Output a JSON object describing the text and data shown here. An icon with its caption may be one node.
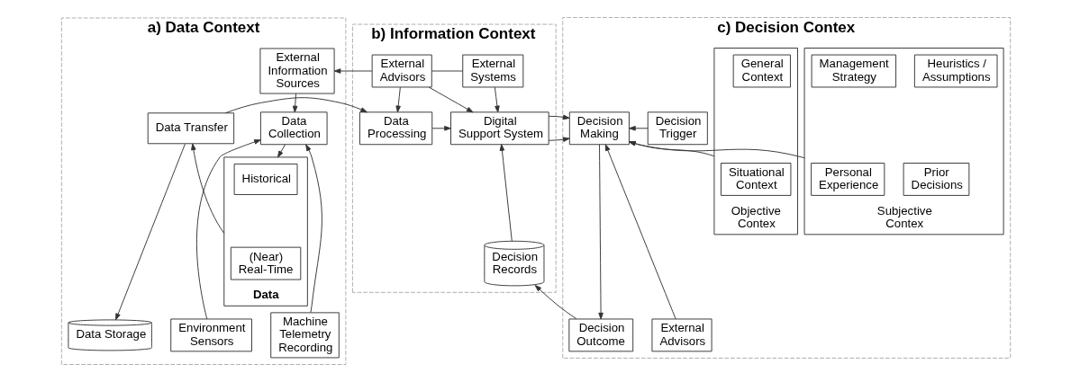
{
  "diagram": {
    "nodes": [
      {
        "text": [
          "a) Data Context"
        ]
      },
      {
        "text": [
          "External Information Sources"
        ],
        "in": 0
      },
      {
        "text": [
          "Data Collection"
        ],
        "in": 0
      },
      {
        "text": [
          "Data"
        ],
        "in": 0
      },
      {
        "text": [
          "Historical"
        ],
        "in": 3
      },
      {
        "text": [
          "(Near) Real-Time"
        ],
        "in": 3
      },
      {
        "text": [
          "Data Transfer"
        ],
        "in": 0
      },
      {
        "text": [
          "Data Storage"
        ],
        "in": 0
      },
      {
        "text": [
          "Environment Sensors"
        ],
        "in": 0
      },
      {
        "text": [
          "Machine Telemetry Recording"
        ],
        "in": 0
      },
      {
        "text": [
          "b) Information Context"
        ]
      },
      {
        "text": [
          "External Advisors"
        ],
        "in": 10
      },
      {
        "text": [
          "External Systems"
        ],
        "in": 10
      },
      {
        "text": [
          "Data Processing"
        ],
        "in": 10
      },
      {
        "text": [
          "Digital Support System"
        ],
        "in": 10
      },
      {
        "text": [
          "Decision Records"
        ],
        "in": 10
      },
      {
        "text": [
          "c) Decision Contex"
        ]
      },
      {
        "text": [
          "Objective Contex"
        ],
        "in": 16
      },
      {
        "text": [
          "General Context"
        ],
        "in": 17
      },
      {
        "text": [
          "Situational Context"
        ],
        "in": 17
      },
      {
        "text": [
          "Subjective Contex"
        ],
        "in": 16
      },
      {
        "text": [
          "Management Strategy"
        ],
        "in": 20
      },
      {
        "text": [
          "Heuristics / Assumptions"
        ],
        "in": 20
      },
      {
        "text": [
          "Prior Decisions"
        ],
        "in": 20
      },
      {
        "text": [
          "Personal Experience"
        ],
        "in": 20
      },
      {
        "text": [
          "Decision Making"
        ],
        "in": 16
      },
      {
        "text": [
          "Decision Trigger"
        ],
        "in": 16
      },
      {
        "text": [
          "Decision Outcome"
        ],
        "in": 16
      },
      {
        "text": [
          "External Advisors"
        ],
        "in": 16
      }
    ],
    "edges": [
      {
        "from": 12,
        "to": 11,
        "arrow": "none"
      },
      {
        "from": 11,
        "to": 1,
        "arrow": "to"
      },
      {
        "from": 1,
        "to": 2,
        "arrow": "to"
      },
      {
        "from": 8,
        "to": 2,
        "arrow": "to"
      },
      {
        "from": 9,
        "to": 2,
        "arrow": "to"
      },
      {
        "from": 2,
        "to": 3,
        "arrow": "to"
      },
      {
        "from": 3,
        "to": 6,
        "arrow": "to"
      },
      {
        "from": 6,
        "to": 7,
        "arrow": "to"
      },
      {
        "from": 6,
        "to": 13,
        "arrow": "to"
      },
      {
        "from": 11,
        "to": 13,
        "arrow": "to"
      },
      {
        "from": 11,
        "to": 14,
        "arrow": "to"
      },
      {
        "from": 12,
        "to": 14,
        "arrow": "to"
      },
      {
        "from": 13,
        "to": 14,
        "arrow": "to"
      },
      {
        "from": 15,
        "to": 14,
        "arrow": "to"
      },
      {
        "from": 14,
        "to": 25,
        "arrow": "to"
      },
      {
        "from": 17,
        "to": 25,
        "arrow": "to"
      },
      {
        "from": 20,
        "to": 25,
        "arrow": "to"
      },
      {
        "from": 26,
        "to": 25,
        "arrow": "to"
      },
      {
        "from": 28,
        "to": 25,
        "arrow": "to"
      },
      {
        "from": 25,
        "to": 27,
        "arrow": "to"
      },
      {
        "from": 27,
        "to": 15,
        "arrow": "to"
      }
    ]
  }
}
